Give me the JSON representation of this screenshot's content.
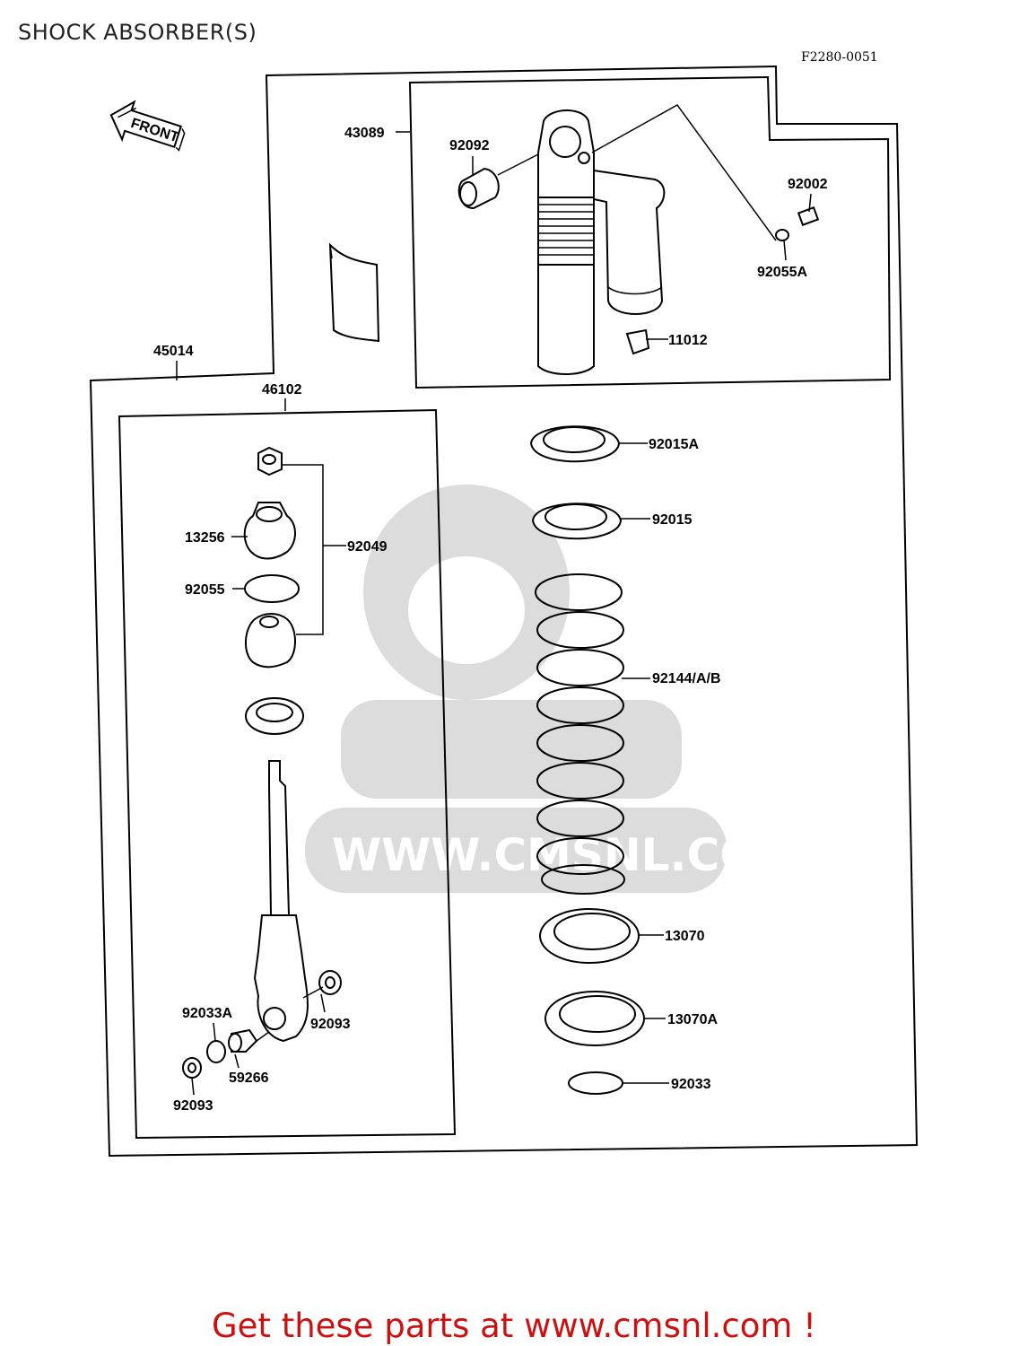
{
  "page": {
    "title": "SHOCK ABSORBER(S)",
    "diagram_code": "F2280-0051",
    "front_arrow_label": "FRONT",
    "footer_link": "Get these parts at www.cmsnl.com !",
    "watermark_text": "WWW.CMSNL.COM",
    "colors": {
      "link": "#cc1111",
      "line": "#000000",
      "watermark": "#d9d9d9"
    }
  },
  "parts": {
    "p43089": "43089",
    "p92092": "92092",
    "p92002": "92002",
    "p92055A": "92055A",
    "p11012": "11012",
    "p45014": "45014",
    "p46102": "46102",
    "p92015A": "92015A",
    "p92015": "92015",
    "p13256": "13256",
    "p92049": "92049",
    "p92055": "92055",
    "p92144": "92144/A/B",
    "p13070": "13070",
    "p13070A": "13070A",
    "p92033A": "92033A",
    "p92093a": "92093",
    "p59266": "59266",
    "p92093b": "92093",
    "p92033": "92033"
  }
}
